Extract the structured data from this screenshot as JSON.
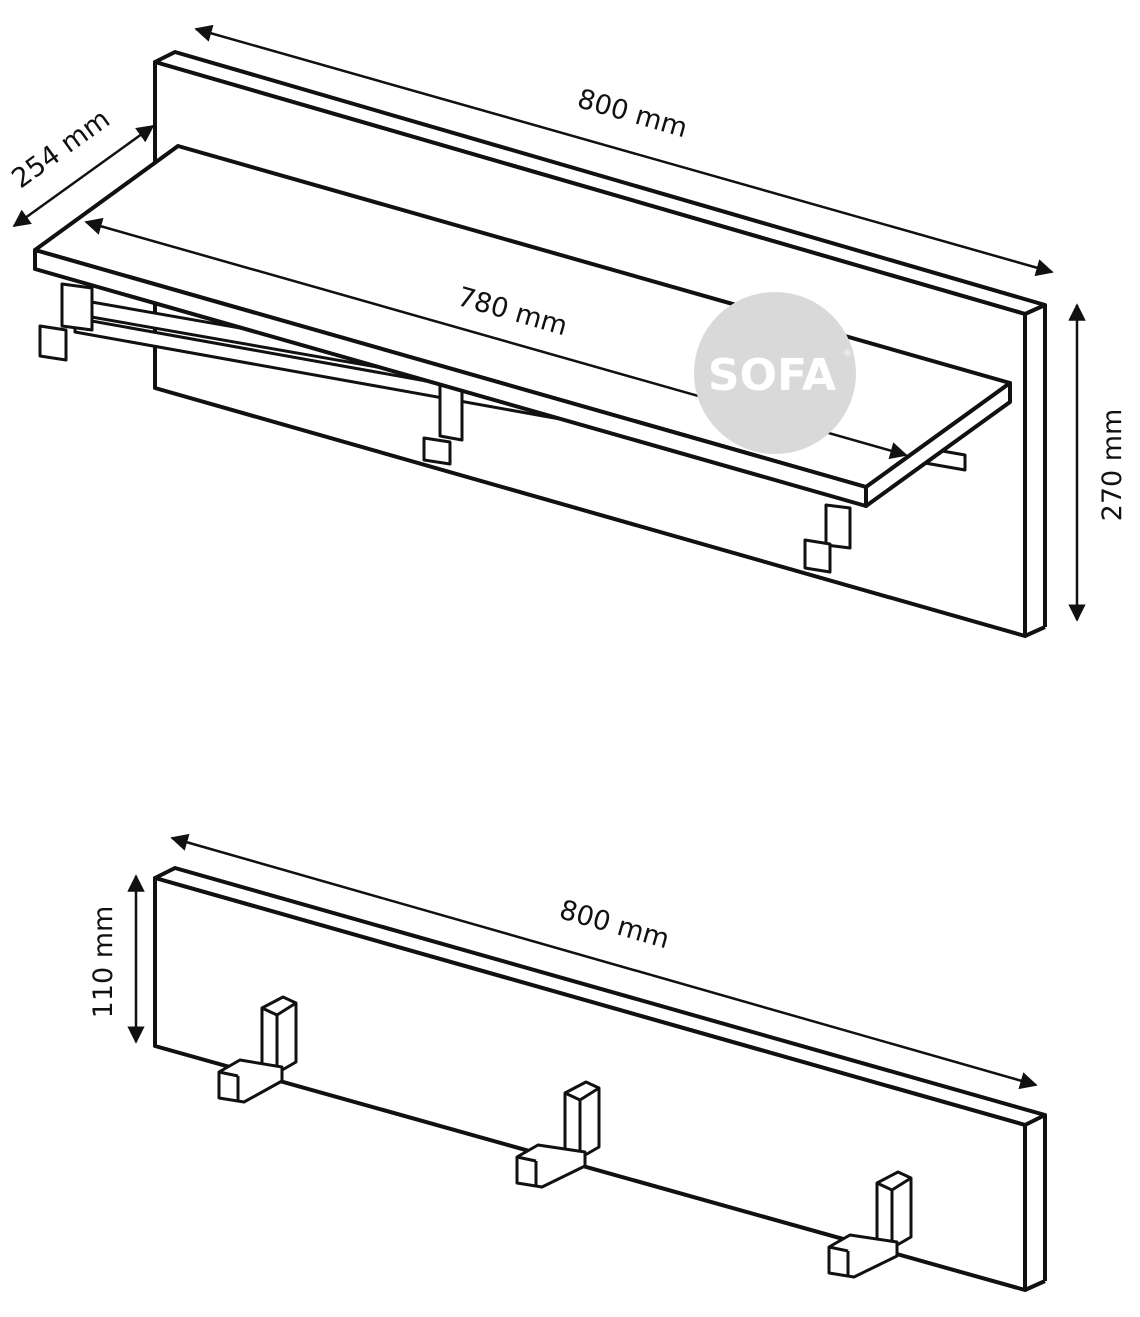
{
  "colors": {
    "line": "#111111",
    "background": "#ffffff",
    "logo_fill": "#d9d9d9",
    "logo_text": "#ffffff"
  },
  "shelf_unit": {
    "width_label": "800 mm",
    "depth_label": "254 mm",
    "shelf_length_label": "780 mm",
    "height_label": "270 mm"
  },
  "hook_rail": {
    "width_label": "800 mm",
    "height_label": "110 mm",
    "hook_count": 3
  },
  "logo": {
    "text": "SOFA",
    "mark": "®"
  }
}
